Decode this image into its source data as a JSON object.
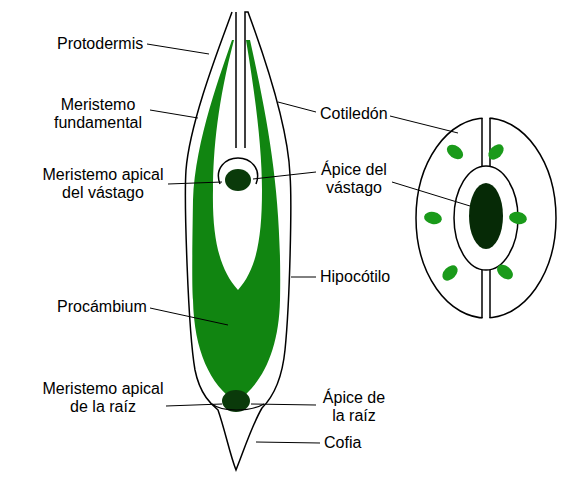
{
  "diagram": {
    "labels": [
      "Protodermis",
      "Meristemo fundamental",
      "Meristemo apical del vástago",
      "Procámbium",
      "Meristemo apical de la raíz",
      "Cotiledón",
      "Ápice del vástago",
      "Hipocótilo",
      "Ápice de la raíz",
      "Cofia"
    ]
  }
}
